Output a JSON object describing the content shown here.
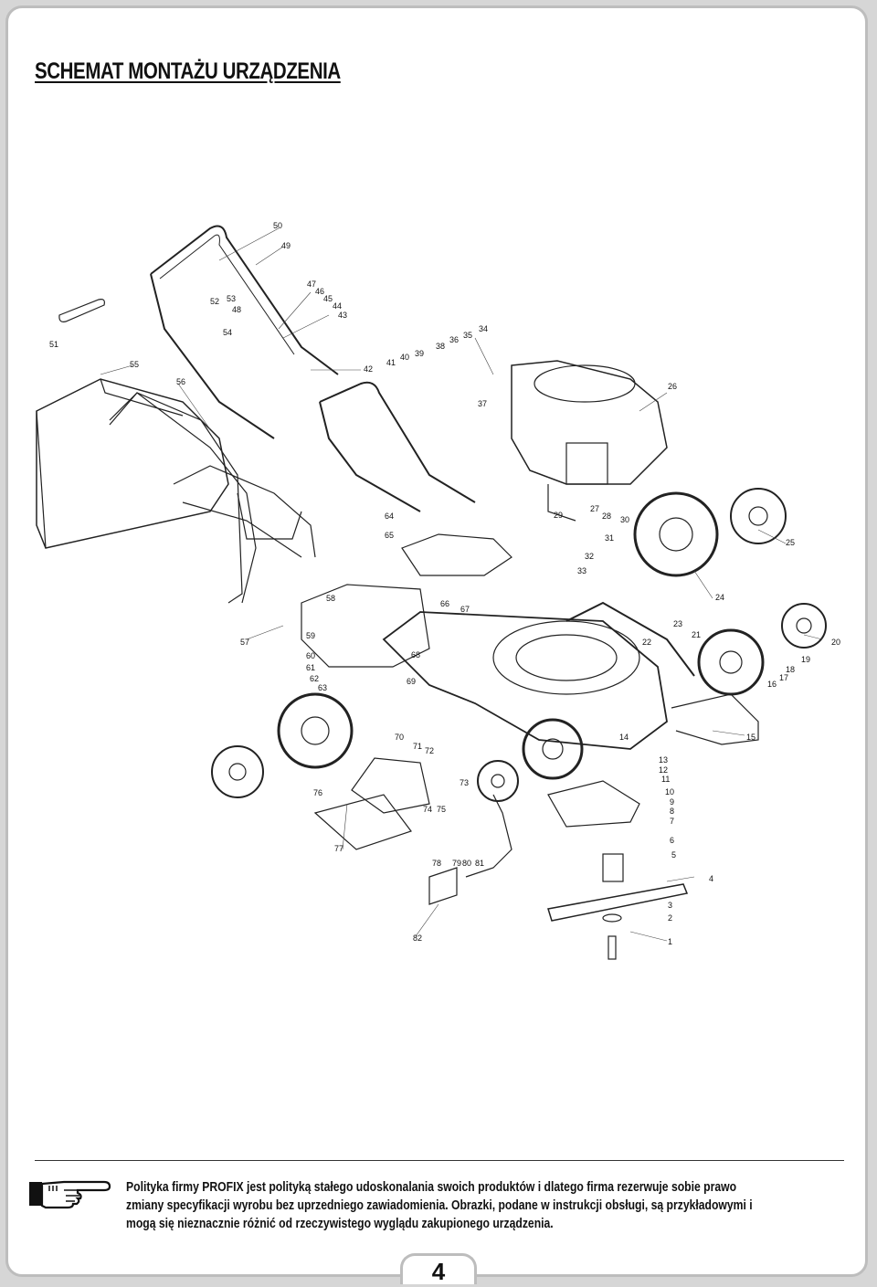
{
  "page": {
    "title": "SCHEMAT MONTAŻU URZĄDZENIA",
    "page_number": "4"
  },
  "diagram": {
    "part_numbers": [
      "1",
      "2",
      "3",
      "4",
      "5",
      "6",
      "7",
      "8",
      "9",
      "10",
      "11",
      "12",
      "13",
      "14",
      "15",
      "16",
      "17",
      "18",
      "19",
      "20",
      "21",
      "22",
      "23",
      "24",
      "25",
      "26",
      "27",
      "28",
      "29",
      "30",
      "31",
      "32",
      "33",
      "34",
      "35",
      "36",
      "37",
      "38",
      "39",
      "40",
      "41",
      "42",
      "43",
      "44",
      "45",
      "46",
      "47",
      "48",
      "49",
      "50",
      "51",
      "52",
      "53",
      "54",
      "55",
      "56",
      "57",
      "58",
      "59",
      "60",
      "61",
      "62",
      "63",
      "64",
      "65",
      "66",
      "67",
      "68",
      "69",
      "70",
      "71",
      "72",
      "73",
      "74",
      "75",
      "76",
      "77",
      "78",
      "79",
      "80",
      "81",
      "82"
    ]
  },
  "note": {
    "icon": "pointing-hand-icon",
    "line1": "Polityka firmy PROFIX jest polityką stałego udoskonalania swoich produktów i dlatego firma rezerwuje sobie prawo",
    "line2": "zmiany specyfikacji wyrobu bez uprzedniego zawiadomienia. Obrazki, podane w instrukcji obsługi, są przykładowymi i",
    "line3": "mogą się nieznacznie różnić od rzeczywistego wyglądu zakupionego urządzenia."
  }
}
